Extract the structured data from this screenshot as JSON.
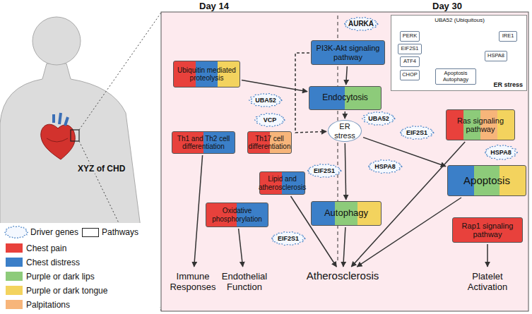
{
  "diagram": {
    "nodes": [
      {
        "text": [
          "Ubiquitin mediated proteolysis"
        ]
      },
      {
        "text": [
          "PI3K-Akt signaling pathway"
        ]
      },
      {
        "text": [
          "Endocytosis"
        ]
      },
      {
        "text": [
          "Th1 and Th2 cell differentiation"
        ]
      },
      {
        "text": [
          "Th17 cell differentiation"
        ]
      },
      {
        "text": [
          "ER stress"
        ]
      },
      {
        "text": [
          "Ras signaling pathway"
        ]
      },
      {
        "text": [
          "Lipid and atherosclerosis"
        ]
      },
      {
        "text": [
          "Oxidative phosphorylation"
        ]
      },
      {
        "text": [
          "Autophagy"
        ]
      },
      {
        "text": [
          "Apoptosis"
        ]
      },
      {
        "text": [
          "Rap1 signaling pathway"
        ]
      },
      {
        "text": [
          "Immune Responses"
        ]
      },
      {
        "text": [
          "Endothelial Function"
        ]
      },
      {
        "text": [
          "Atherosclerosis"
        ]
      },
      {
        "text": [
          "Platelet Activation"
        ]
      },
      {
        "text": [
          "AURKA"
        ]
      },
      {
        "text": [
          "UBA52"
        ]
      },
      {
        "text": [
          "VCP"
        ]
      },
      {
        "text": [
          "UBA52"
        ]
      },
      {
        "text": [
          "HSPA8"
        ]
      },
      {
        "text": [
          "EIF2S1"
        ]
      },
      {
        "text": [
          "EIF2S1"
        ]
      },
      {
        "text": [
          "EIF2S1"
        ]
      },
      {
        "text": [
          "HSPA8"
        ]
      },
      {
        "text": [
          "UBA52 (Ubiquitous)",
          "ER stress"
        ]
      },
      {
        "text": [
          "PERK"
        ],
        "in": 25
      },
      {
        "text": [
          "IRE1"
        ],
        "in": 25
      },
      {
        "text": [
          "EIF2S1"
        ],
        "in": 25
      },
      {
        "text": [
          "ATF4"
        ],
        "in": 25
      },
      {
        "text": [
          "CHOP"
        ],
        "in": 25
      },
      {
        "text": [
          "HSPA8"
        ],
        "in": 25
      },
      {
        "text": [
          "Apoptosis Autophagy"
        ],
        "in": 25
      }
    ],
    "edges": [
      {
        "from": 0,
        "to": 2,
        "arrow": "to"
      },
      {
        "from": 1,
        "to": 2,
        "arrow": "to"
      },
      {
        "from": 2,
        "to": 5,
        "arrow": "to"
      },
      {
        "from": 1,
        "to": 5,
        "arrow": "to"
      },
      {
        "from": 5,
        "to": 9,
        "arrow": "to"
      },
      {
        "from": 5,
        "to": 10,
        "arrow": "to"
      },
      {
        "from": 3,
        "to": 12,
        "arrow": "to"
      },
      {
        "from": 8,
        "to": 13,
        "arrow": "to"
      },
      {
        "from": 7,
        "to": 14,
        "arrow": "to"
      },
      {
        "from": 9,
        "to": 14,
        "arrow": "to"
      },
      {
        "from": 6,
        "to": 14,
        "arrow": "to"
      },
      {
        "from": 10,
        "to": 14,
        "arrow": "to"
      },
      {
        "from": 11,
        "to": 15,
        "arrow": "to"
      },
      {
        "from": 26,
        "to": 28,
        "arrow": "to"
      },
      {
        "from": 28,
        "to": 29,
        "arrow": "to"
      },
      {
        "from": 29,
        "to": 30,
        "arrow": "to"
      },
      {
        "from": 30,
        "to": 32,
        "arrow": "to"
      },
      {
        "from": 27,
        "to": 31,
        "arrow": "to"
      },
      {
        "from": 31,
        "to": 32,
        "arrow": "to"
      }
    ],
    "labels": [
      "Day 14",
      "Day 30",
      "XYZ of CHD"
    ],
    "legend": [
      {
        "text": "Driver genes"
      },
      {
        "text": "Pathways"
      },
      {
        "text": "Chest pain",
        "color": "#e8413c"
      },
      {
        "text": "Chest distress",
        "color": "#3b7fc8"
      },
      {
        "text": "Purple or dark lips",
        "color": "#8dcb7a"
      },
      {
        "text": "Purple or dark tongue",
        "color": "#f3d35e"
      },
      {
        "text": "Palpitations",
        "color": "#f7b57a"
      }
    ]
  }
}
